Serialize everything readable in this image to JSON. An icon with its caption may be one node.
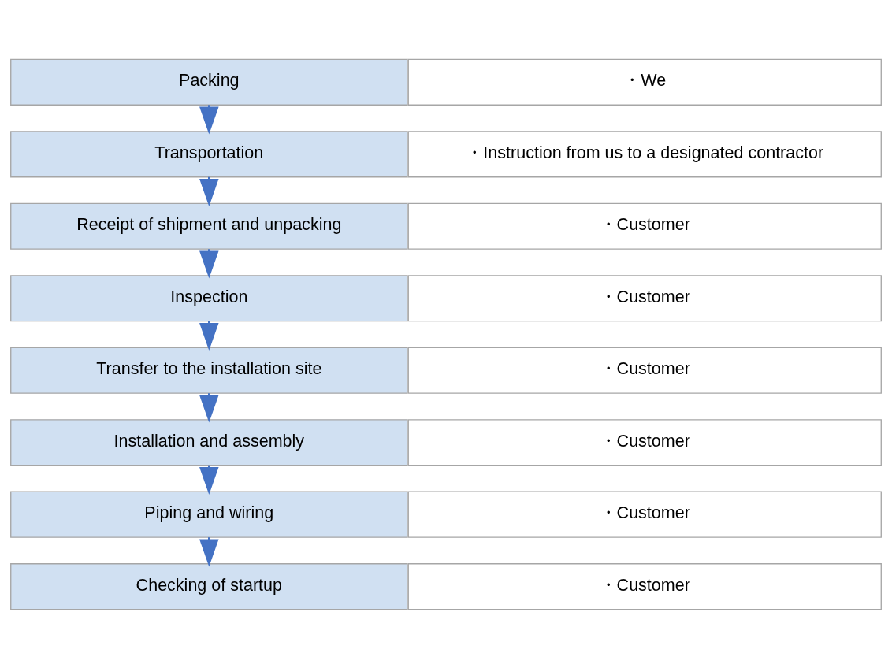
{
  "diagram": {
    "nodes": [
      {
        "text": [
          "Packing"
        ]
      },
      {
        "text": [
          "・We"
        ]
      },
      {
        "text": [
          "Transportation"
        ]
      },
      {
        "text": [
          "・Instruction from us to a designated contractor"
        ]
      },
      {
        "text": [
          "Receipt of shipment and unpacking"
        ]
      },
      {
        "text": [
          "・Customer"
        ]
      },
      {
        "text": [
          "Inspection"
        ]
      },
      {
        "text": [
          "・Customer"
        ]
      },
      {
        "text": [
          "Transfer to the installation site"
        ]
      },
      {
        "text": [
          "・Customer"
        ]
      },
      {
        "text": [
          "Installation and assembly"
        ]
      },
      {
        "text": [
          "・Customer"
        ]
      },
      {
        "text": [
          "Piping and wiring"
        ]
      },
      {
        "text": [
          "・Customer"
        ]
      },
      {
        "text": [
          "Checking of startup"
        ]
      },
      {
        "text": [
          "・Customer"
        ]
      }
    ],
    "edges": [
      {
        "from": 0,
        "to": 2,
        "arrow": "to"
      },
      {
        "from": 2,
        "to": 4,
        "arrow": "to"
      },
      {
        "from": 4,
        "to": 6,
        "arrow": "to"
      },
      {
        "from": 6,
        "to": 8,
        "arrow": "to"
      },
      {
        "from": 8,
        "to": 10,
        "arrow": "to"
      },
      {
        "from": 10,
        "to": 12,
        "arrow": "to"
      },
      {
        "from": 12,
        "to": 14,
        "arrow": "to"
      }
    ]
  }
}
